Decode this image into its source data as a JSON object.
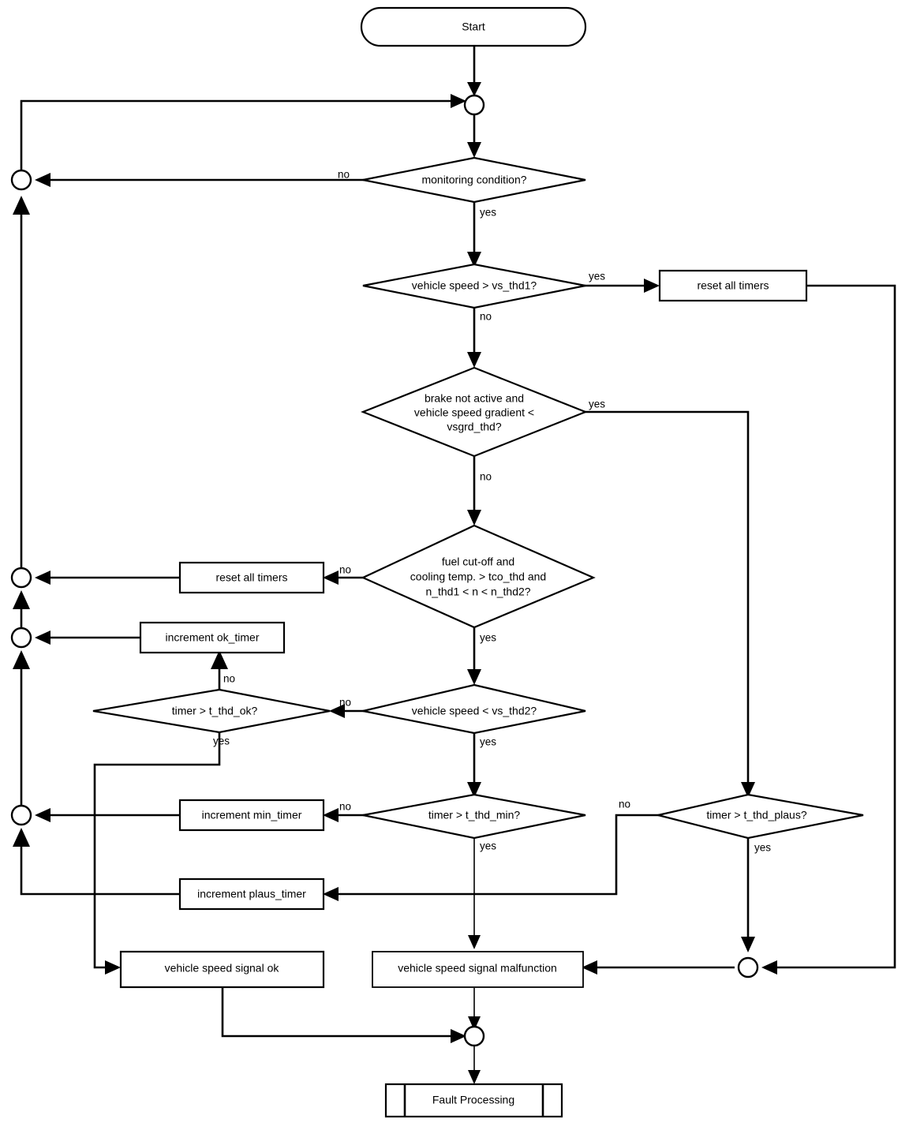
{
  "diagram": {
    "title": "Vehicle speed signal plausibility monitoring flowchart",
    "type": "flowchart",
    "colors": {
      "stroke": "#000000",
      "fill": "#ffffff",
      "text": "#000000"
    },
    "nodes": {
      "start": {
        "label": "Start",
        "shape": "terminator"
      },
      "monitoring_condition": {
        "label": "monitoring condition?",
        "shape": "decision"
      },
      "vehicle_speed_gt_vs_thd1": {
        "label": "vehicle speed > vs_thd1?",
        "shape": "decision"
      },
      "reset_all_timers_top": {
        "label": "reset all timers",
        "shape": "process"
      },
      "brake_not_active": {
        "label": "brake not active and vehicle speed gradient < vsgrd_thd?",
        "shape": "decision",
        "lines": [
          "brake not active and",
          "vehicle speed gradient <",
          "vsgrd_thd?"
        ]
      },
      "fuel_cut_off": {
        "label": "fuel cut-off and cooling temp. > tco_thd and n_thd1 < n < n_thd2?",
        "shape": "decision",
        "lines": [
          "fuel cut-off and",
          "cooling temp. > tco_thd and",
          "n_thd1 < n < n_thd2?"
        ]
      },
      "reset_all_timers_mid": {
        "label": "reset all timers",
        "shape": "process"
      },
      "increment_ok_timer": {
        "label": "increment ok_timer",
        "shape": "process"
      },
      "timer_gt_t_thd_ok": {
        "label": "timer > t_thd_ok?",
        "shape": "decision"
      },
      "vehicle_speed_lt_vs_thd2": {
        "label": "vehicle speed < vs_thd2?",
        "shape": "decision"
      },
      "increment_min_timer": {
        "label": "increment min_timer",
        "shape": "process"
      },
      "timer_gt_t_thd_min": {
        "label": "timer > t_thd_min?",
        "shape": "decision"
      },
      "timer_gt_t_thd_plaus": {
        "label": "timer > t_thd_plaus?",
        "shape": "decision"
      },
      "increment_plaus_timer": {
        "label": "increment plaus_timer",
        "shape": "process"
      },
      "vehicle_speed_signal_ok": {
        "label": "vehicle speed signal ok",
        "shape": "process"
      },
      "vehicle_speed_signal_malfunction": {
        "label": "vehicle speed signal malfunction",
        "shape": "process"
      },
      "fault_processing": {
        "label": "Fault Processing",
        "shape": "predefined-process"
      }
    },
    "edge_labels": {
      "monitoring_no": "no",
      "monitoring_yes": "yes",
      "vs_thd1_yes": "yes",
      "vs_thd1_no": "no",
      "brake_yes": "yes",
      "brake_no": "no",
      "fuel_no": "no",
      "fuel_yes": "yes",
      "t_thd_ok_no": "no",
      "t_thd_ok_yes": "yes",
      "vs_thd2_no": "no",
      "vs_thd2_yes": "yes",
      "t_thd_min_no": "no",
      "t_thd_min_yes": "yes",
      "t_thd_plaus_no": "no",
      "t_thd_plaus_yes": "yes"
    },
    "connectors": [
      {
        "name": "merge-loop-top",
        "shape": "circle"
      },
      {
        "name": "merge-loop-monitoring",
        "shape": "circle"
      },
      {
        "name": "merge-loop-reset",
        "shape": "circle"
      },
      {
        "name": "merge-loop-ok",
        "shape": "circle"
      },
      {
        "name": "merge-loop-min",
        "shape": "circle"
      },
      {
        "name": "merge-malfunction-right",
        "shape": "circle"
      },
      {
        "name": "merge-fault-entry",
        "shape": "circle"
      }
    ]
  }
}
